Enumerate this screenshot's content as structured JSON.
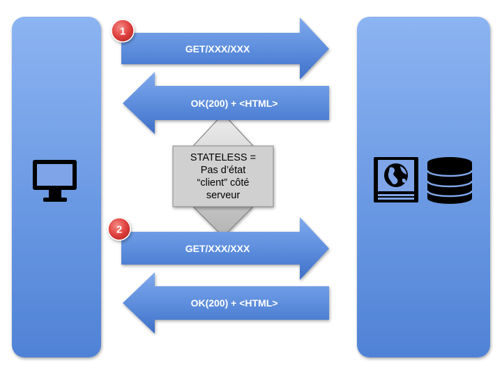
{
  "client": {
    "icon": "monitor-icon"
  },
  "server": {
    "icons": [
      "globe-drive-icon",
      "database-icon"
    ]
  },
  "colors": {
    "panel": "#6F9BE0",
    "arrow": "#5F8FDA",
    "badge": "#E0413E",
    "stateless_box": "#D0D0D0"
  },
  "exchanges": [
    {
      "badge": "1",
      "request": "GET/XXX/XXX",
      "response": "OK(200) + <HTML>"
    },
    {
      "badge": "2",
      "request": "GET/XXX/XXX",
      "response": "OK(200) + <HTML>"
    }
  ],
  "stateless": {
    "lines": [
      "STATELESS =",
      "Pas d’état",
      "“client” côté",
      "serveur"
    ]
  }
}
